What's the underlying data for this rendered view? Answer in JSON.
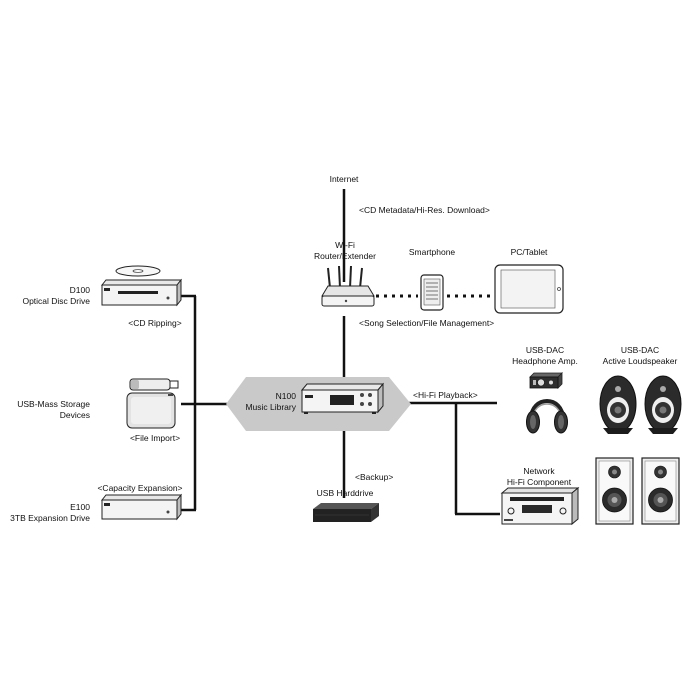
{
  "colors": {
    "line": "#111111",
    "hub": "#c9c9c9",
    "device_dark": "#2a2a2a",
    "device_light": "#f2f2f2"
  },
  "internet": {
    "label": "Internet",
    "annotation": "<CD Metadata/Hi-Res. Download>"
  },
  "router": {
    "line1": "Wi-Fi",
    "line2": "Router/Extender",
    "annotation": "<Song Selection/File Management>"
  },
  "smartphone": {
    "label": "Smartphone"
  },
  "pc": {
    "label": "PC/Tablet"
  },
  "hub": {
    "line1": "N100",
    "line2": "Music Library",
    "annotation": "<Hi-Fi Playback>"
  },
  "d100": {
    "line1": "D100",
    "line2": "Optical Disc Drive",
    "annotation": "<CD Ripping>"
  },
  "usb_storage": {
    "line1": "USB-Mass Storage",
    "line2": "Devices",
    "annotation": "<File Import>"
  },
  "e100": {
    "line1": "E100",
    "line2": "3TB Expansion Drive",
    "annotation": "<Capacity Expansion>"
  },
  "harddrive": {
    "label": "USB Harddrive",
    "annotation": "<Backup>"
  },
  "headphone_amp": {
    "line1": "USB-DAC",
    "line2": "Headphone Amp."
  },
  "active_speaker": {
    "line1": "USB-DAC",
    "line2": "Active Loudspeaker"
  },
  "network_component": {
    "line1": "Network",
    "line2": "Hi-Fi Component"
  },
  "icons": [
    "cd-disc-icon",
    "optical-drive-icon",
    "usb-stick-icon",
    "external-drive-icon",
    "expansion-drive-icon",
    "router-icon",
    "smartphone-icon",
    "tablet-icon",
    "music-server-icon",
    "usb-harddrive-icon",
    "headphone-amp-icon",
    "headphones-icon",
    "active-speaker-icon",
    "network-receiver-icon",
    "bookshelf-speaker-icon"
  ]
}
